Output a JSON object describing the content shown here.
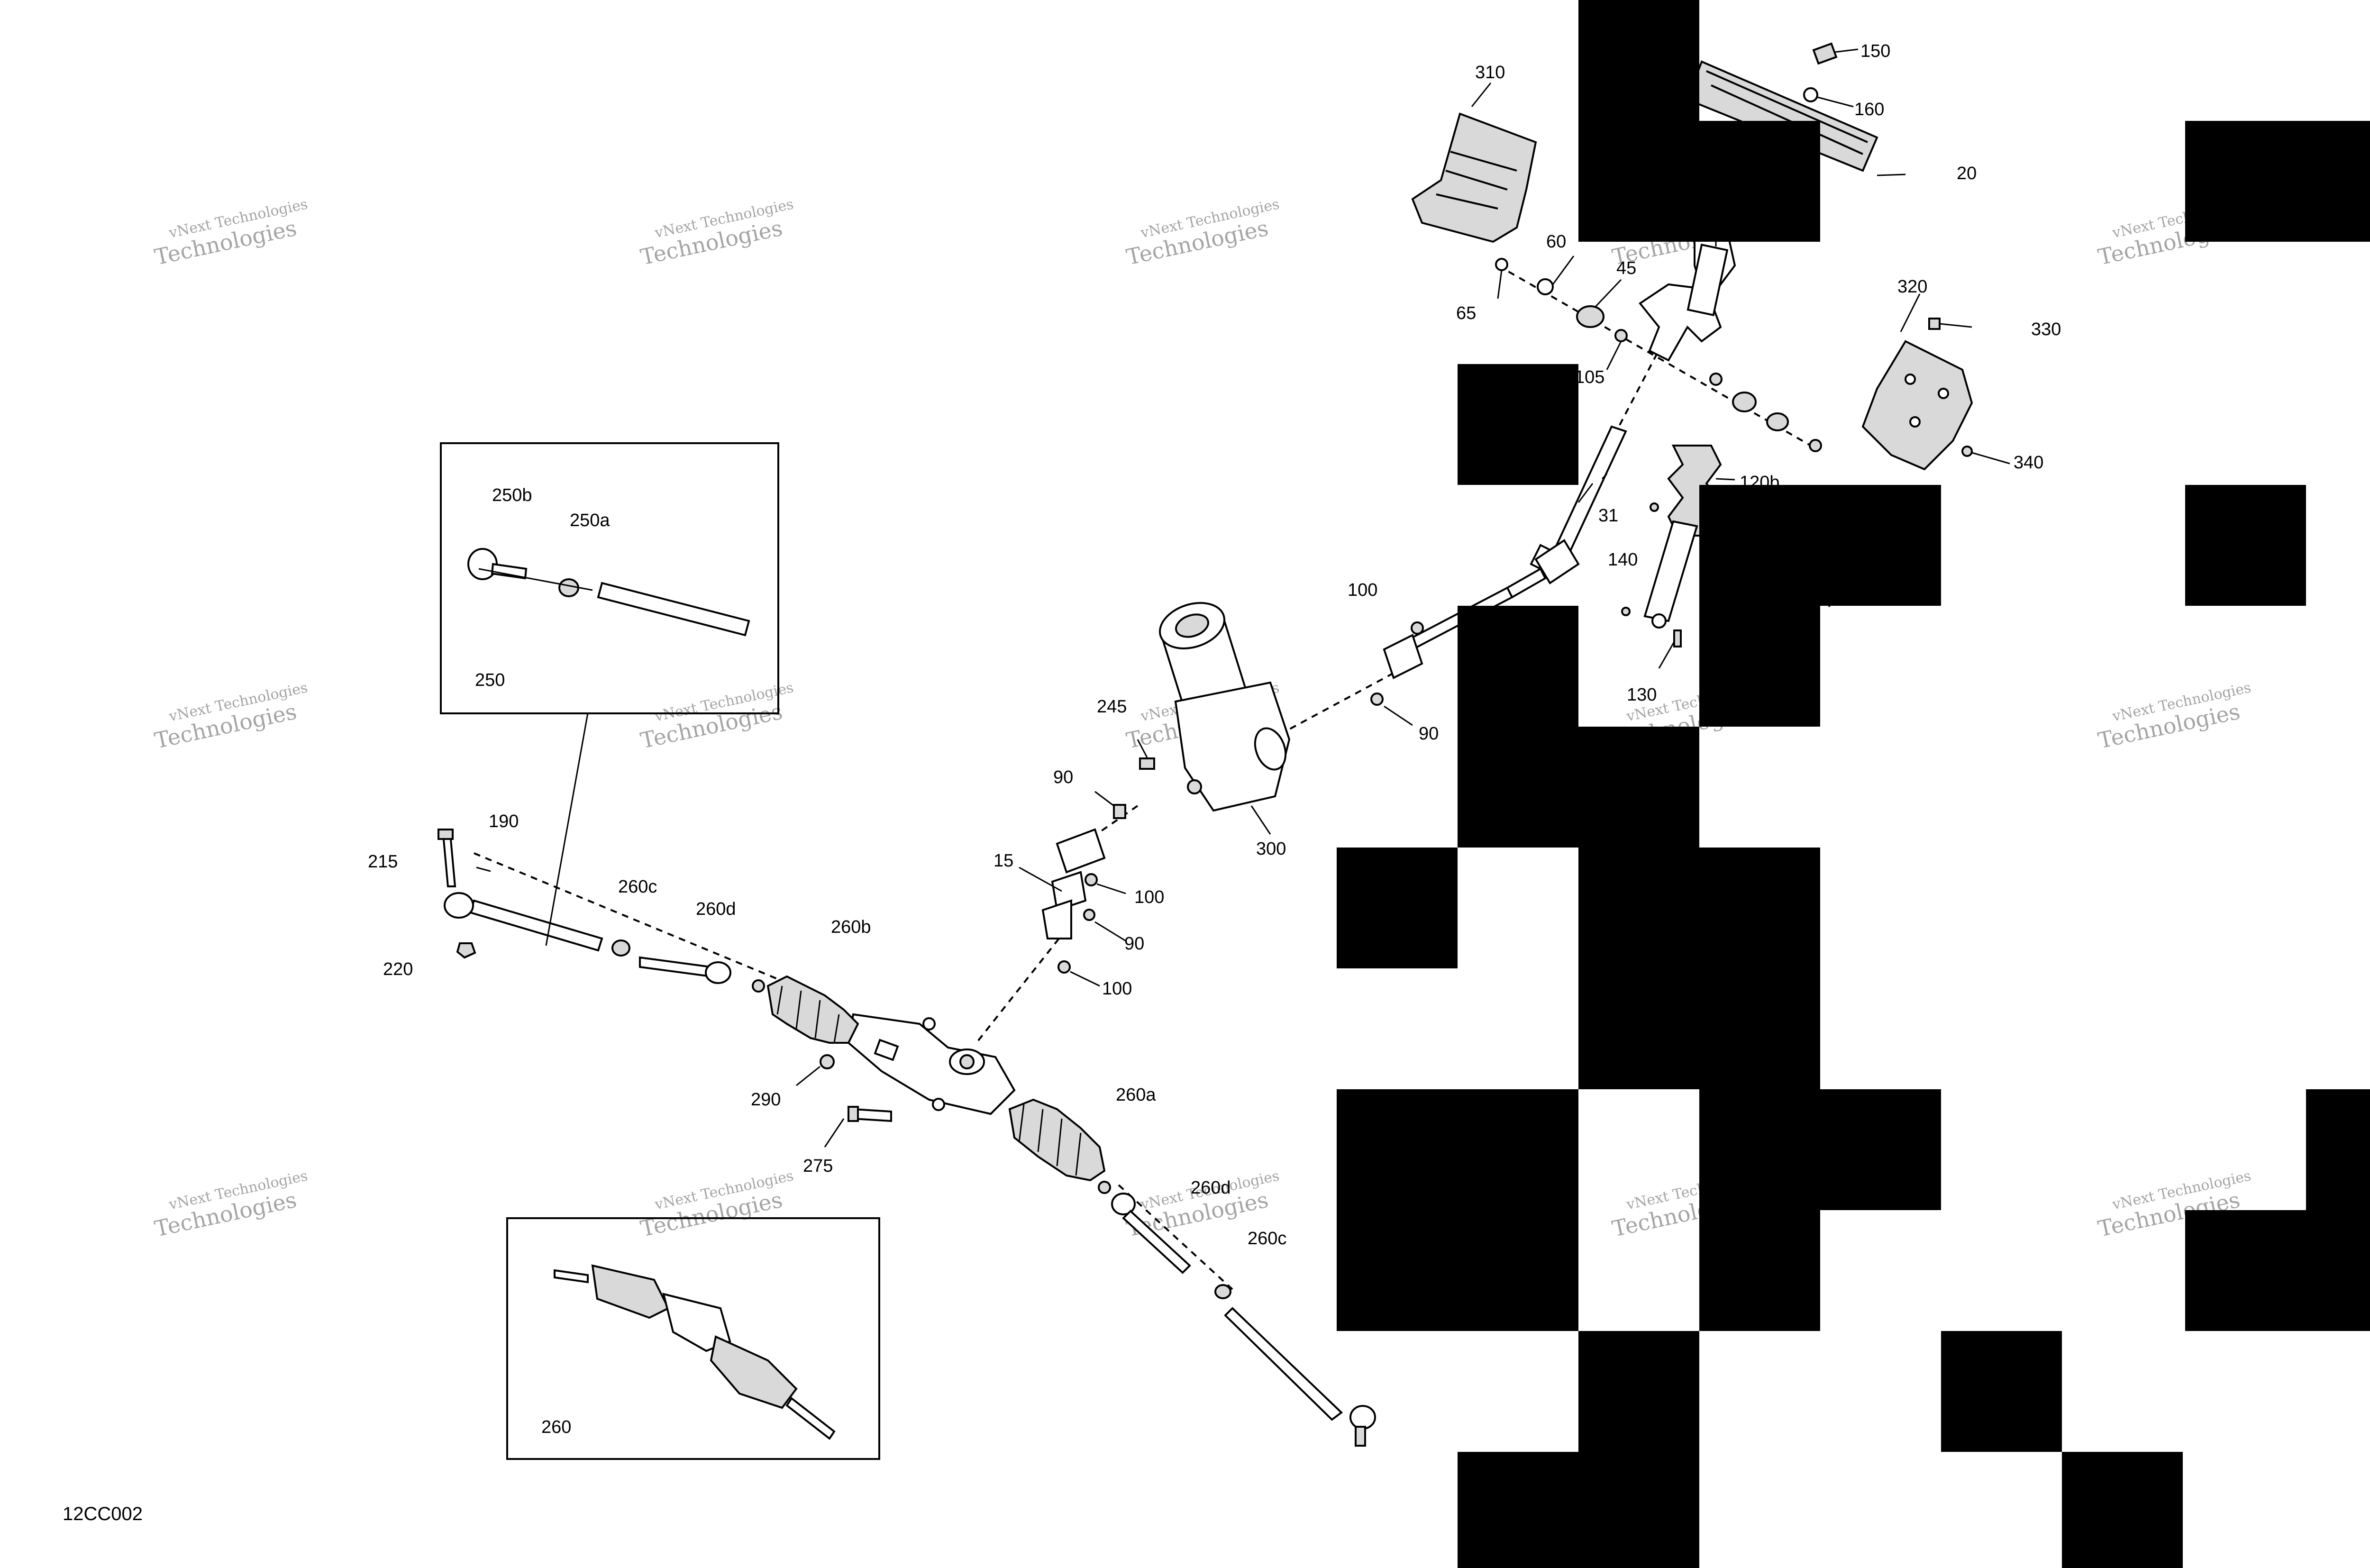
{
  "document_id": "12CC002",
  "watermark": {
    "line1": "vNext Technologies",
    "line2": "Technologies"
  },
  "callouts": {
    "c150": "150",
    "c160": "160",
    "c20": "20",
    "c310": "310",
    "c60": "60",
    "c45": "45",
    "c65": "65",
    "c105": "105",
    "c320": "320",
    "c330": "330",
    "c340": "340",
    "c31": "31",
    "c120b": "120b",
    "c140": "140",
    "c130": "130",
    "c100_top": "100",
    "c90_top": "90",
    "c245": "245",
    "c300": "300",
    "c90_mid": "90",
    "c15": "15",
    "c100_mid": "100",
    "c90_low": "90",
    "c100_low": "100",
    "c250b": "250b",
    "c250a": "250a",
    "c250": "250",
    "c215": "215",
    "c190": "190",
    "c220": "220",
    "c260c_left": "260c",
    "c260d_left": "260d",
    "c260b": "260b",
    "c290": "290",
    "c275": "275",
    "c260a": "260a",
    "c260d_right": "260d",
    "c260c_right": "260c",
    "c260": "260"
  }
}
